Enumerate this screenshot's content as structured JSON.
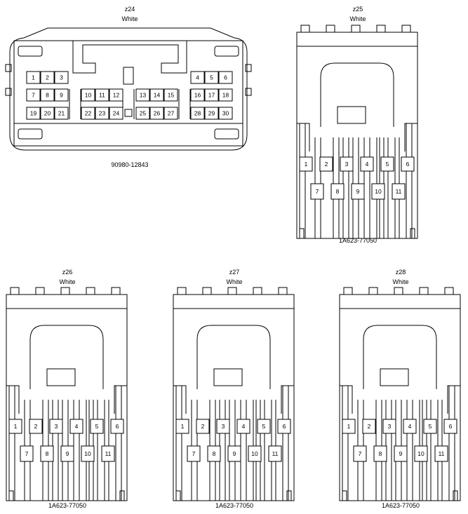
{
  "connectors": [
    {
      "id": "z24",
      "color": "White",
      "part": "90980-12843",
      "pins": {
        "row1_left": [
          "1",
          "2",
          "3"
        ],
        "row1_right": [
          "4",
          "5",
          "6"
        ],
        "row2": [
          "7",
          "8",
          "9",
          "10",
          "11",
          "12",
          "13",
          "14",
          "15",
          "16",
          "17",
          "18"
        ],
        "row3": [
          "19",
          "20",
          "21",
          "22",
          "23",
          "24",
          "25",
          "26",
          "27",
          "28",
          "29",
          "30"
        ]
      }
    },
    {
      "id": "z25",
      "color": "White",
      "part": "1A623-77050",
      "pins_top": [
        "1",
        "2",
        "3",
        "4",
        "5",
        "6"
      ],
      "pins_bottom": [
        "7",
        "8",
        "9",
        "10",
        "11"
      ]
    },
    {
      "id": "z26",
      "color": "White",
      "part": "1A623-77050",
      "pins_top": [
        "1",
        "2",
        "3",
        "4",
        "5",
        "6"
      ],
      "pins_bottom": [
        "7",
        "8",
        "9",
        "10",
        "11"
      ]
    },
    {
      "id": "z27",
      "color": "White",
      "part": "1A623-77050",
      "pins_top": [
        "1",
        "2",
        "3",
        "4",
        "5",
        "6"
      ],
      "pins_bottom": [
        "7",
        "8",
        "9",
        "10",
        "11"
      ]
    },
    {
      "id": "z28",
      "color": "White",
      "part": "1A623-77050",
      "pins_top": [
        "1",
        "2",
        "3",
        "4",
        "5",
        "6"
      ],
      "pins_bottom": [
        "7",
        "8",
        "9",
        "10",
        "11"
      ]
    }
  ]
}
